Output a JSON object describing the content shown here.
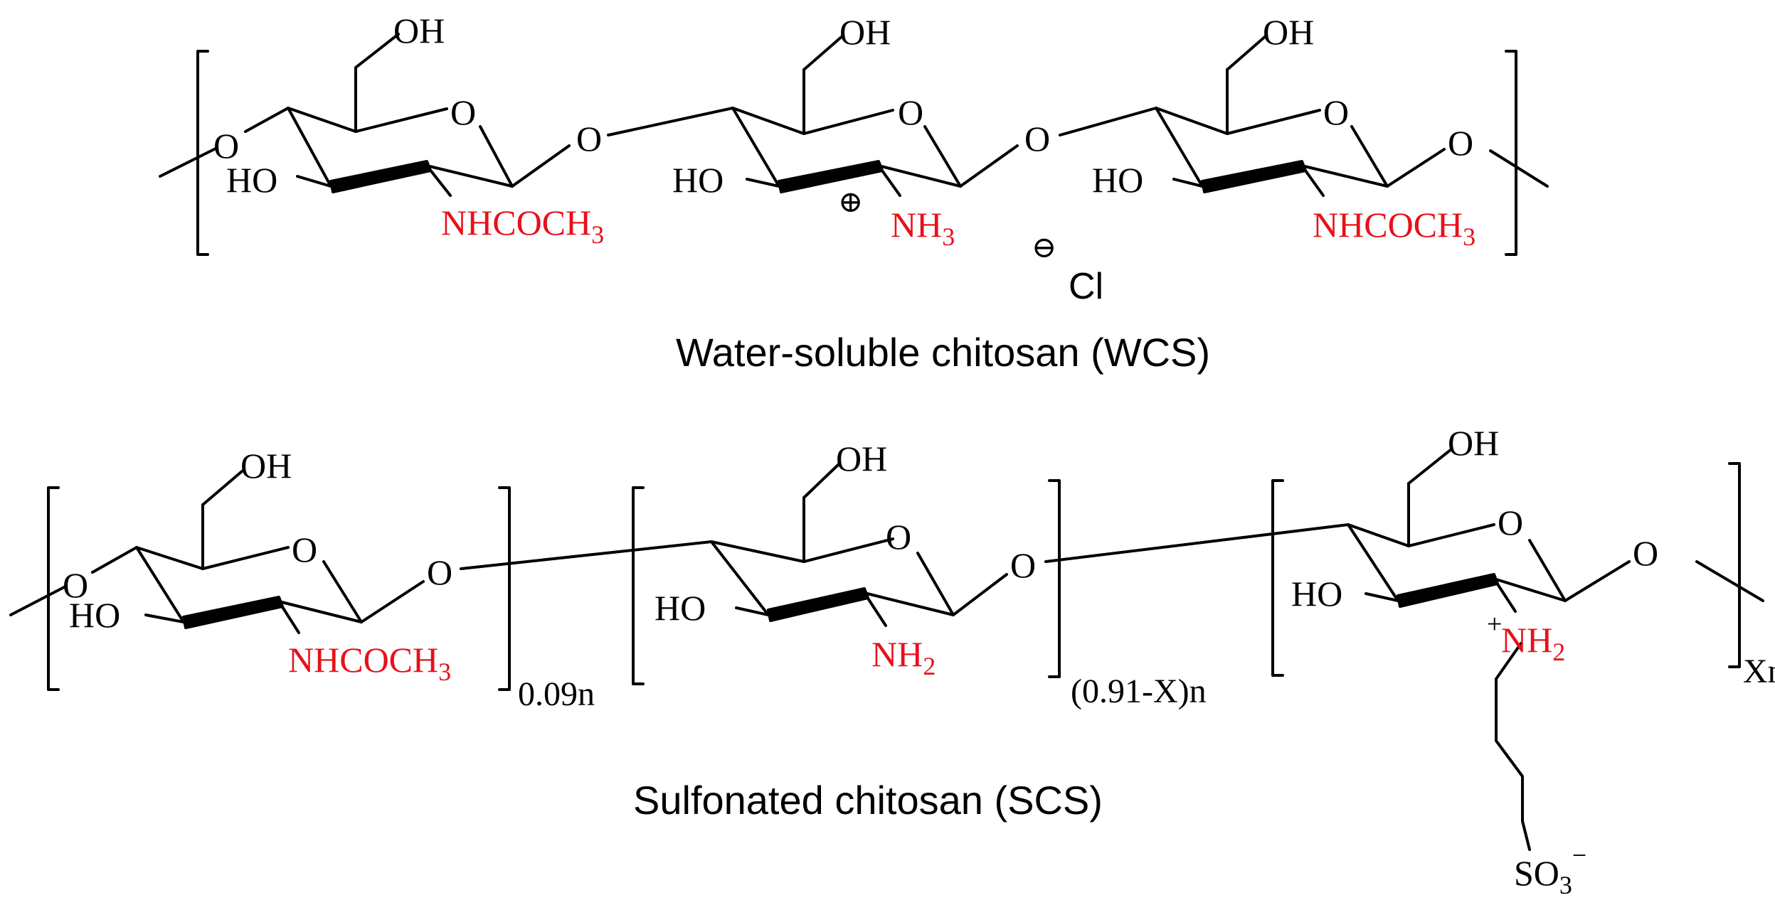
{
  "colors": {
    "ink": "#000000",
    "highlight": "#e8101b",
    "background": "#ffffff"
  },
  "wcs": {
    "caption": "Water-soluble chitosan (WCS)",
    "units": [
      {
        "oh": "OH",
        "ring_o": "O",
        "ho": "HO",
        "left_o": "O",
        "link_o": "O",
        "substituent": "NHCOCH",
        "substituent_sub": "3"
      },
      {
        "oh": "OH",
        "ring_o": "O",
        "ho": "HO",
        "link_o": "O",
        "substituent": "NH",
        "substituent_sub": "3",
        "charge": "⊕"
      },
      {
        "oh": "OH",
        "ring_o": "O",
        "ho": "HO",
        "link_o": "O",
        "substituent": "NHCOCH",
        "substituent_sub": "3"
      }
    ],
    "counterion": {
      "charge": "⊖",
      "label": "Cl"
    }
  },
  "scs": {
    "caption": "Sulfonated chitosan (SCS)",
    "units": [
      {
        "oh": "OH",
        "ring_o": "O",
        "ho": "HO",
        "left_o": "O",
        "link_o": "O",
        "substituent": "NHCOCH",
        "substituent_sub": "3",
        "index": "0.09n"
      },
      {
        "oh": "OH",
        "ring_o": "O",
        "ho": "HO",
        "link_o": "O",
        "substituent": "NH",
        "substituent_sub": "2",
        "index": "(0.91-X)n"
      },
      {
        "oh": "OH",
        "ring_o": "O",
        "ho": "HO",
        "link_o": "O",
        "substituent": "NH",
        "substituent_sub": "2",
        "charge": "+",
        "index": "Xn",
        "sulfonate": "SO",
        "sulfonate_sub": "3",
        "sulfonate_charge": "−"
      }
    ]
  }
}
